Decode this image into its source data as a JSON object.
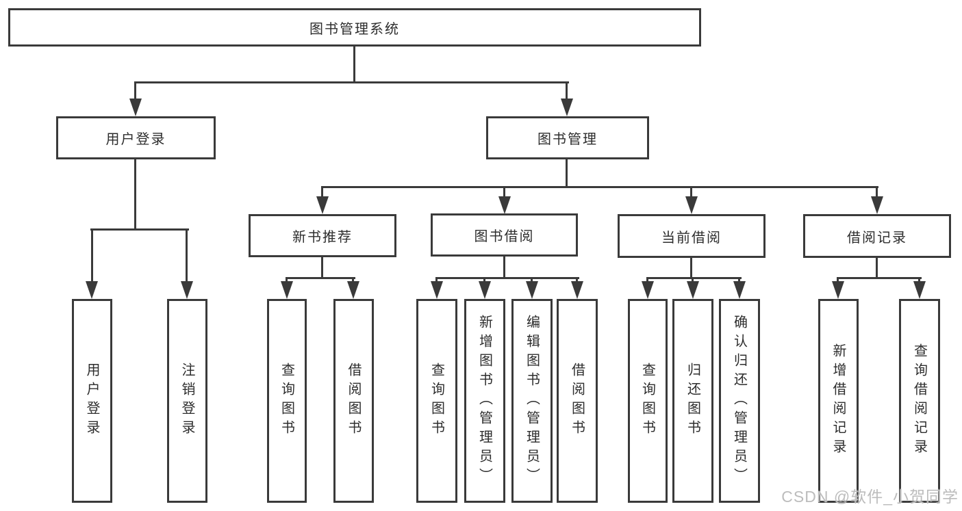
{
  "tree": {
    "label": "图书管理系统",
    "children": [
      {
        "label": "用户登录",
        "children": [
          {
            "label": "用户登录"
          },
          {
            "label": "注销登录"
          }
        ]
      },
      {
        "label": "图书管理",
        "children": [
          {
            "label": "新书推荐",
            "children": [
              {
                "label": "查询图书"
              },
              {
                "label": "借阅图书"
              }
            ]
          },
          {
            "label": "图书借阅",
            "children": [
              {
                "label": "查询图书"
              },
              {
                "label": "新增图书（管理员）"
              },
              {
                "label": "编辑图书（管理员）"
              },
              {
                "label": "借阅图书"
              }
            ]
          },
          {
            "label": "当前借阅",
            "children": [
              {
                "label": "查询图书"
              },
              {
                "label": "归还图书"
              },
              {
                "label": "确认归还（管理员）"
              }
            ]
          },
          {
            "label": "借阅记录",
            "children": [
              {
                "label": "新增借阅记录"
              },
              {
                "label": "查询借阅记录"
              }
            ]
          }
        ]
      }
    ]
  },
  "watermark": "CSDN @软件_小贺同学",
  "colors": {
    "line": "#3a3a3a",
    "text": "#2d2d2d",
    "watermark": "#bcbcbc",
    "background": "#ffffff"
  }
}
